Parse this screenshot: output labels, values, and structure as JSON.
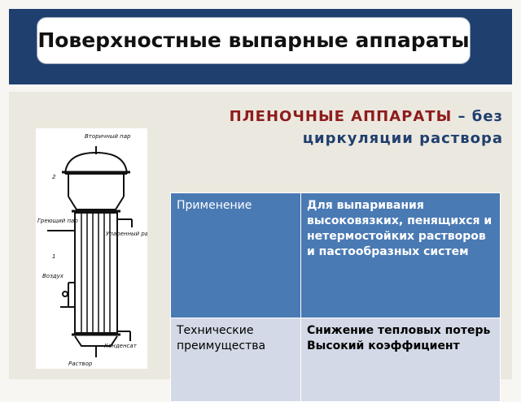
{
  "header": {
    "title": "Поверхностные выпарные аппараты"
  },
  "subtitle": {
    "highlight": "ПЛЕНОЧНЫЕ АППАРАТЫ",
    "rest_line1": " – без",
    "rest_line2": "циркуляции раствора"
  },
  "diagram": {
    "labels": {
      "secondary_steam": "Вторичный пар",
      "num_2": "2",
      "heating_steam": "Греющий пар",
      "num_1": "1",
      "air": "Воздух",
      "evaporated_solution": "Упаренный раствор",
      "condensate": "Конденсат",
      "solution": "Раствор"
    }
  },
  "table": {
    "rows": [
      {
        "label": "Применение",
        "value": "Для выпаривания высоковязких, пенящихся и нетермостойких растворов и пастообразных систем"
      },
      {
        "label": "Технические преимущества",
        "value": "Снижение тепловых потерь Высокий коэффициент"
      }
    ]
  },
  "colors": {
    "header_band": "#1f3f6e",
    "highlight_red": "#8e1c1c",
    "table_header": "#4a7ab4",
    "table_row": "#d3d9e6"
  }
}
